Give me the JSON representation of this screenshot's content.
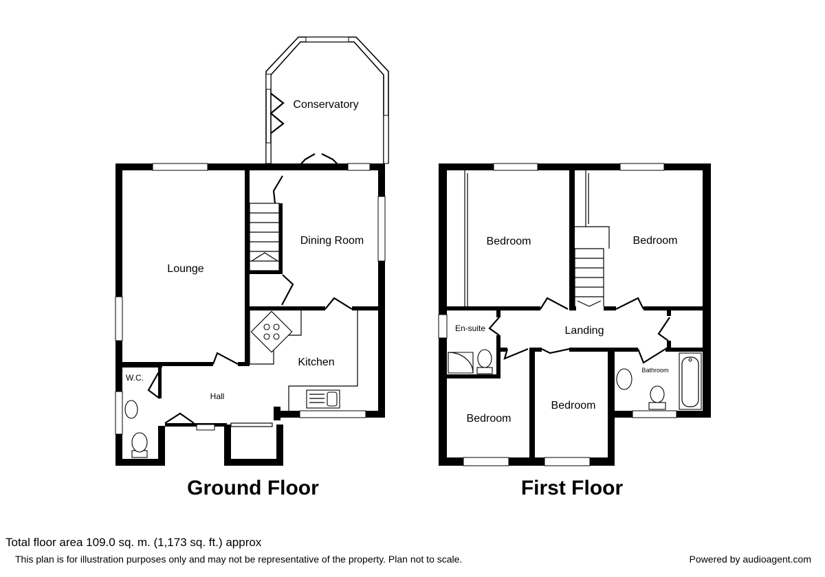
{
  "floors": [
    {
      "title": "Ground Floor",
      "rooms": [
        "Conservatory",
        "Lounge",
        "Dining Room",
        "Kitchen",
        "Hall",
        "W.C."
      ]
    },
    {
      "title": "First Floor",
      "rooms": [
        "Bedroom",
        "Bedroom",
        "Landing",
        "En-suite",
        "Bathroom",
        "Bedroom",
        "Bedroom"
      ]
    }
  ],
  "footer": {
    "area": "Total floor area 109.0 sq. m. (1,173 sq. ft.) approx",
    "disclaimer": "This plan is for illustration purposes only and may not be representative of the property. Plan not to scale.",
    "powered_by": "Powered by audioagent.com"
  }
}
